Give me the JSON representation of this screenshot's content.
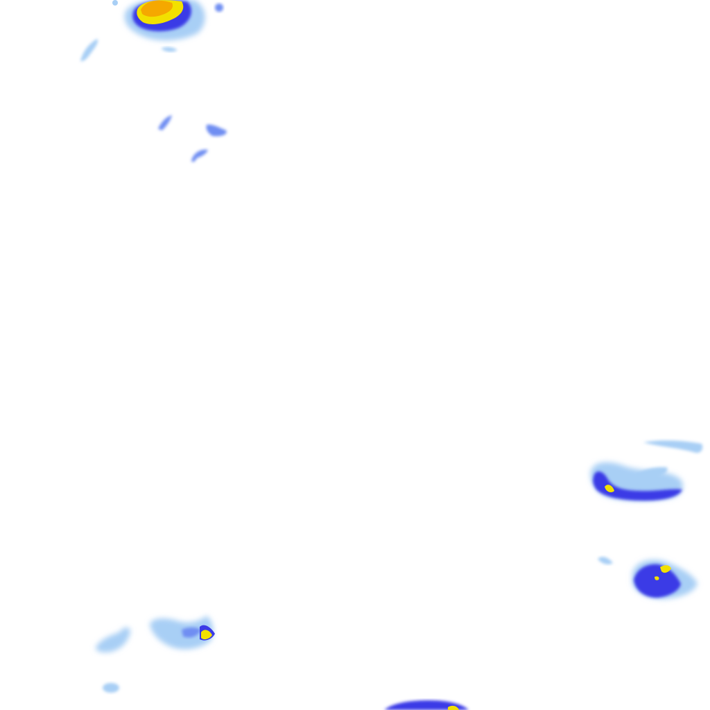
{
  "map": {
    "kind": "precipitation-radar-tile",
    "background_color": "#ffffff",
    "palette": {
      "light": "#a8cff5",
      "medium": "#6f8ef2",
      "heavy": "#3b3be6",
      "intense": "#f2e000",
      "extreme": "#f5a800"
    },
    "cells": [
      {
        "name": "cell-northwest-core",
        "levels": [
          "medium",
          "heavy",
          "intense",
          "extreme"
        ]
      },
      {
        "name": "cell-northwest-fragment-a",
        "levels": [
          "light"
        ]
      },
      {
        "name": "cell-northwest-fragment-b",
        "levels": [
          "medium"
        ]
      },
      {
        "name": "cell-northwest-fragment-c",
        "levels": [
          "medium"
        ]
      },
      {
        "name": "cell-northwest-fragment-d",
        "levels": [
          "medium"
        ]
      },
      {
        "name": "cell-east-upper",
        "levels": [
          "light",
          "heavy",
          "intense"
        ]
      },
      {
        "name": "cell-east-lower",
        "levels": [
          "light",
          "heavy",
          "intense"
        ]
      },
      {
        "name": "cell-southwest-band",
        "levels": [
          "light",
          "medium",
          "heavy",
          "intense"
        ]
      },
      {
        "name": "cell-southwest-small",
        "levels": [
          "light"
        ]
      },
      {
        "name": "cell-south-edge",
        "levels": [
          "heavy",
          "intense"
        ]
      }
    ]
  }
}
